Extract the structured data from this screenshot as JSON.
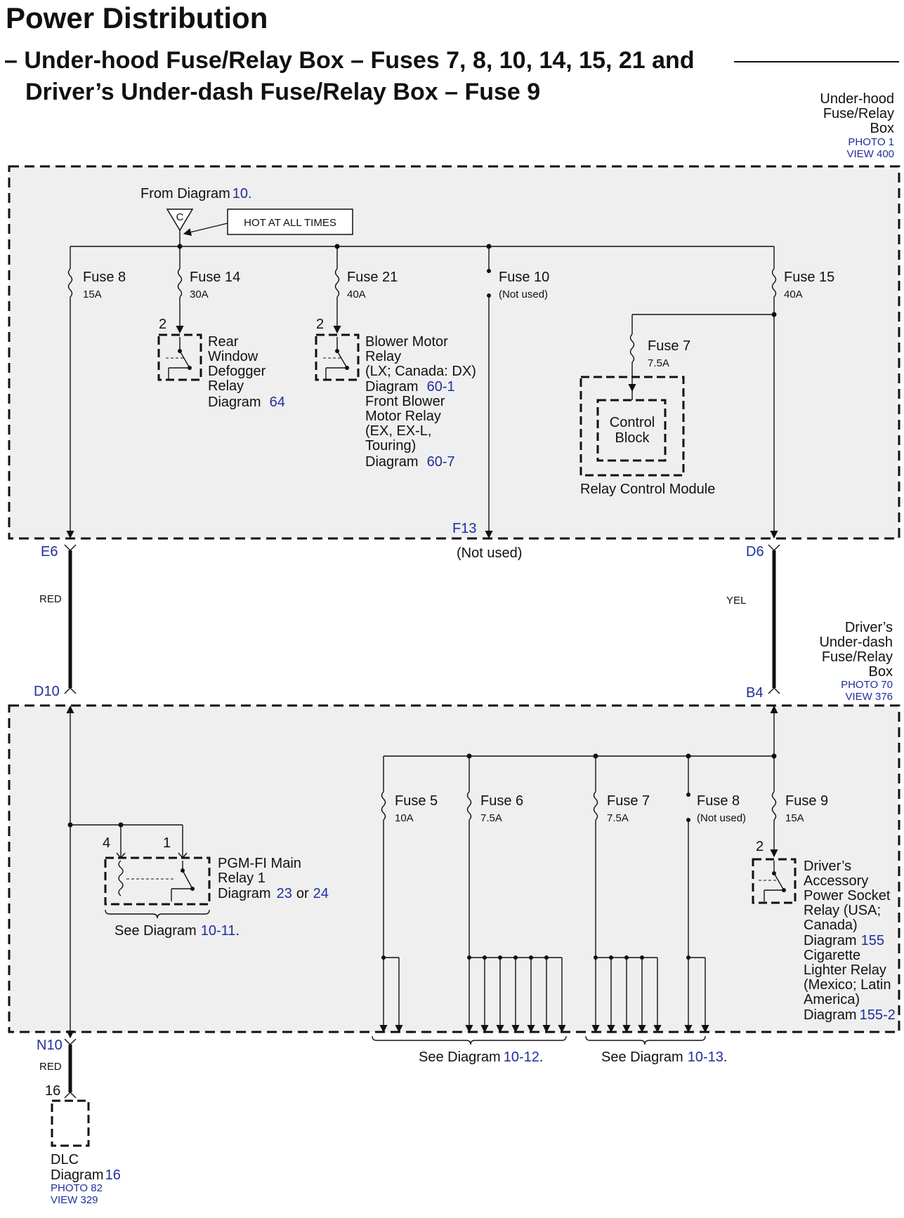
{
  "title": "Power Distribution",
  "subtitle_line1": "– Under-hood Fuse/Relay Box – Fuses 7, 8, 10, 14, 15, 21 and",
  "subtitle_line2": "Driver’s Under-dash Fuse/Relay Box – Fuse 9",
  "underhood_box": {
    "name": [
      "Under-hood",
      "Fuse/Relay",
      "Box"
    ],
    "photo": "PHOTO 1",
    "view": "VIEW 400"
  },
  "from_diagram": {
    "text": "From Diagram",
    "ref": "10.",
    "connector": "C"
  },
  "hot_label": "HOT AT ALL TIMES",
  "fuses_top": [
    {
      "name": "Fuse 8",
      "rating": "15A"
    },
    {
      "name": "Fuse 14",
      "rating": "30A"
    },
    {
      "name": "Fuse 21",
      "rating": "40A"
    },
    {
      "name": "Fuse 10",
      "rating": "(Not used)"
    },
    {
      "name": "Fuse 15",
      "rating": "40A"
    },
    {
      "name": "Fuse 7",
      "rating": "7.5A"
    }
  ],
  "rear_defogger": {
    "pin": "2",
    "lines": [
      "Rear",
      "Window",
      "Defogger",
      "Relay"
    ],
    "diagram_text": "Diagram",
    "diagram_ref": "64"
  },
  "blower": {
    "pin": "2",
    "lines": [
      "Blower Motor",
      "Relay",
      "(LX; Canada: DX)"
    ],
    "diagram_text_1": "Diagram",
    "diagram_ref_1": "60-1",
    "lines2": [
      "Front Blower",
      "Motor Relay",
      "(EX, EX-L,",
      "Touring)"
    ],
    "diagram_text_2": "Diagram",
    "diagram_ref_2": "60-7"
  },
  "control_block": [
    "Control",
    "Block"
  ],
  "relay_control_module": "Relay Control Module",
  "terminals": {
    "f13": "F13",
    "not_used": "(Not used)",
    "e6": "E6",
    "d6": "D6",
    "d10": "D10",
    "b4": "B4",
    "n10": "N10"
  },
  "wire_colors": {
    "left": "RED",
    "right": "YEL",
    "bottom": "RED"
  },
  "underdash_box": {
    "name": [
      "Driver’s",
      "Under-dash",
      "Fuse/Relay",
      "Box"
    ],
    "photo": "PHOTO 70",
    "view": "VIEW 376"
  },
  "fuses_bottom": [
    {
      "name": "Fuse 5",
      "rating": "10A"
    },
    {
      "name": "Fuse 6",
      "rating": "7.5A"
    },
    {
      "name": "Fuse 7",
      "rating": "7.5A"
    },
    {
      "name": "Fuse 8",
      "rating": "(Not used)"
    },
    {
      "name": "Fuse 9",
      "rating": "15A"
    }
  ],
  "pgmfi": {
    "pin_a": "4",
    "pin_b": "1",
    "lines": [
      "PGM-FI Main",
      "Relay 1"
    ],
    "diagram_text": "Diagram",
    "ref_a": "23",
    "or_text": "or",
    "ref_b": "24",
    "see_text": "See Diagram",
    "see_ref": "10-11",
    "see_end": "."
  },
  "accessory": {
    "pin": "2",
    "lines": [
      "Driver’s",
      "Accessory",
      "Power Socket",
      "Relay (USA;",
      "Canada)"
    ],
    "diagram_text_1": "Diagram",
    "diagram_ref_1": "155",
    "lines2": [
      "Cigarette",
      "Lighter Relay",
      "(Mexico; Latin",
      "America)"
    ],
    "diagram_text_2": "Diagram",
    "diagram_ref_2": "155-2"
  },
  "see_1012": {
    "text": "See Diagram",
    "ref": "10-12",
    "end": "."
  },
  "see_1013": {
    "text": "See Diagram",
    "ref": "10-13",
    "end": "."
  },
  "dlc": {
    "pin": "16",
    "name": "DLC",
    "diagram_text": "Diagram",
    "diagram_ref": "16",
    "photo": "PHOTO 82",
    "view": "VIEW 329"
  }
}
